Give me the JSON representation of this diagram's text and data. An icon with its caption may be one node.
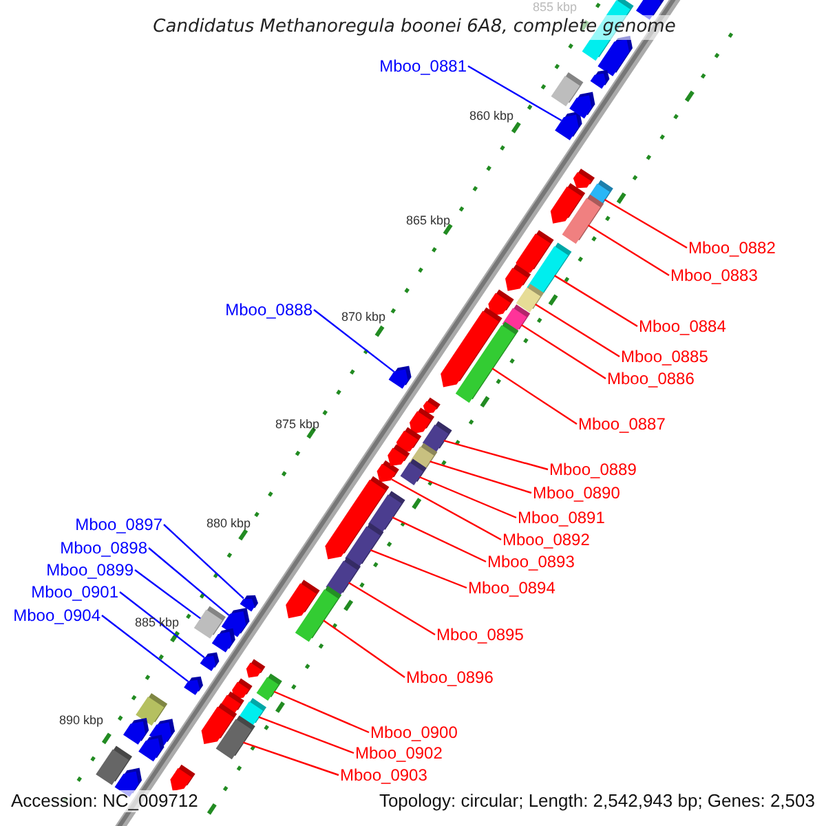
{
  "diagram": {
    "title": "Candidatus Methanoregula boonei 6A8, complete genome",
    "nodes": [
      {
        "text": [
          "Mboo_0881"
        ]
      },
      {
        "text": [
          "Mboo_0882"
        ]
      },
      {
        "text": [
          "Mboo_0883"
        ]
      },
      {
        "text": [
          "Mboo_0888"
        ]
      },
      {
        "text": [
          "Mboo_0884"
        ]
      },
      {
        "text": [
          "Mboo_0885"
        ]
      },
      {
        "text": [
          "Mboo_0886"
        ]
      },
      {
        "text": [
          "Mboo_0887"
        ]
      },
      {
        "text": [
          "Mboo_0889"
        ]
      },
      {
        "text": [
          "Mboo_0890"
        ]
      },
      {
        "text": [
          "Mboo_0891"
        ]
      },
      {
        "text": [
          "Mboo_0897"
        ]
      },
      {
        "text": [
          "Mboo_0892"
        ]
      },
      {
        "text": [
          "Mboo_0898"
        ]
      },
      {
        "text": [
          "Mboo_0893"
        ]
      },
      {
        "text": [
          "Mboo_0899"
        ]
      },
      {
        "text": [
          "Mboo_0894"
        ]
      },
      {
        "text": [
          "Mboo_0901"
        ]
      },
      {
        "text": [
          "Mboo_0904"
        ]
      },
      {
        "text": [
          "Mboo_0895"
        ]
      },
      {
        "text": [
          "Mboo_0896"
        ]
      },
      {
        "text": [
          "Mboo_0900"
        ]
      },
      {
        "text": [
          "Mboo_0902"
        ]
      },
      {
        "text": [
          "Mboo_0903"
        ]
      },
      {
        "text": [],
        "shape": "arrow"
      },
      {
        "text": [],
        "shape": "bar"
      },
      {
        "text": [],
        "shape": "bar"
      },
      {
        "text": [],
        "shape": "arrow"
      },
      {
        "text": [],
        "shape": "bar"
      },
      {
        "text": [],
        "shape": "bar"
      },
      {
        "text": [],
        "shape": "bar"
      },
      {
        "text": [],
        "shape": "bar"
      },
      {
        "text": [],
        "shape": "bar"
      },
      {
        "text": [],
        "shape": "bar"
      },
      {
        "text": [],
        "shape": "bar"
      },
      {
        "text": [],
        "shape": "arrow"
      },
      {
        "text": [],
        "shape": "arrow"
      },
      {
        "text": [],
        "shape": "arrow"
      },
      {
        "text": [],
        "shape": "bar"
      },
      {
        "text": [],
        "shape": "bar"
      },
      {
        "text": [],
        "shape": "bar"
      },
      {
        "text": [],
        "shape": "arrow"
      },
      {
        "text": [],
        "shape": "arrow"
      },
      {
        "text": [],
        "shape": "bar"
      },
      {
        "text": [],
        "shape": "bar"
      },
      {
        "text": [],
        "shape": "bar"
      },
      {
        "text": [],
        "shape": "bar"
      },
      {
        "text": [],
        "shape": "bar"
      },
      {
        "text": [],
        "shape": "bar"
      },
      {
        "text": [],
        "shape": "arrow"
      },
      {
        "text": [],
        "shape": "arrow"
      },
      {
        "text": [],
        "shape": "arrow"
      },
      {
        "text": [],
        "shape": "arrow"
      },
      {
        "text": [],
        "shape": "bar"
      },
      {
        "text": [],
        "shape": "arrow"
      },
      {
        "text": [],
        "shape": "arrow"
      },
      {
        "text": [],
        "shape": "arrow"
      },
      {
        "text": [],
        "shape": "arrow"
      },
      {
        "text": [],
        "shape": "arrow"
      },
      {
        "text": [],
        "shape": "arrow"
      },
      {
        "text": [],
        "shape": "arrow"
      },
      {
        "text": [],
        "shape": "arrow"
      },
      {
        "text": [],
        "shape": "arrow"
      },
      {
        "text": [],
        "shape": "arrow"
      },
      {
        "text": [],
        "shape": "arrow"
      },
      {
        "text": [],
        "shape": "arrow"
      },
      {
        "text": [],
        "shape": "arrow"
      },
      {
        "text": [],
        "shape": "arrow"
      },
      {
        "text": [],
        "shape": "arrow"
      },
      {
        "text": [],
        "shape": "arrow"
      },
      {
        "text": [],
        "shape": "arrow"
      },
      {
        "text": [],
        "shape": "bar"
      },
      {
        "text": [],
        "shape": "arrow"
      },
      {
        "text": [],
        "shape": "arrow"
      },
      {
        "text": [],
        "shape": "arrow"
      },
      {
        "text": [],
        "shape": "bar"
      },
      {
        "text": [],
        "shape": "arrow"
      },
      {
        "text": [],
        "shape": "arrow"
      }
    ],
    "edges": [
      {
        "from": 0,
        "to": 24,
        "arrow": "none",
        "color": "#0000ff"
      },
      {
        "from": 1,
        "to": 25,
        "arrow": "none"
      },
      {
        "from": 2,
        "to": 26,
        "arrow": "none"
      },
      {
        "from": 3,
        "to": 27,
        "arrow": "none",
        "color": "#0000ff"
      },
      {
        "from": 4,
        "to": 28,
        "arrow": "none"
      },
      {
        "from": 5,
        "to": 29,
        "arrow": "none"
      },
      {
        "from": 6,
        "to": 30,
        "arrow": "none"
      },
      {
        "from": 7,
        "to": 31,
        "arrow": "none"
      },
      {
        "from": 8,
        "to": 32,
        "arrow": "none"
      },
      {
        "from": 9,
        "to": 33,
        "arrow": "none"
      },
      {
        "from": 10,
        "to": 34,
        "arrow": "none"
      },
      {
        "from": 11,
        "to": 35,
        "arrow": "none",
        "color": "#0000ff"
      },
      {
        "from": 12,
        "to": 36,
        "arrow": "none"
      },
      {
        "from": 13,
        "to": 37,
        "arrow": "none",
        "color": "#0000ff"
      },
      {
        "from": 14,
        "to": 38,
        "arrow": "none"
      },
      {
        "from": 15,
        "to": 39,
        "arrow": "none",
        "color": "#0000ff"
      },
      {
        "from": 16,
        "to": 40,
        "arrow": "none"
      },
      {
        "from": 17,
        "to": 41,
        "arrow": "none",
        "color": "#0000ff"
      },
      {
        "from": 18,
        "to": 42,
        "arrow": "none",
        "color": "#0000ff"
      },
      {
        "from": 19,
        "to": 43,
        "arrow": "none"
      },
      {
        "from": 20,
        "to": 44,
        "arrow": "none"
      },
      {
        "from": 21,
        "to": 45,
        "arrow": "none"
      },
      {
        "from": 22,
        "to": 46,
        "arrow": "none"
      },
      {
        "from": 23,
        "to": 47,
        "arrow": "none"
      }
    ],
    "labels": [
      "855 kbp",
      "860 kbp",
      "865 kbp",
      "870 kbp",
      "875 kbp",
      "880 kbp",
      "885 kbp",
      "890 kbp",
      "Accession: NC_009712",
      "Topology: circular; Length: 2,542,943 bp; Genes: 2,503"
    ]
  }
}
